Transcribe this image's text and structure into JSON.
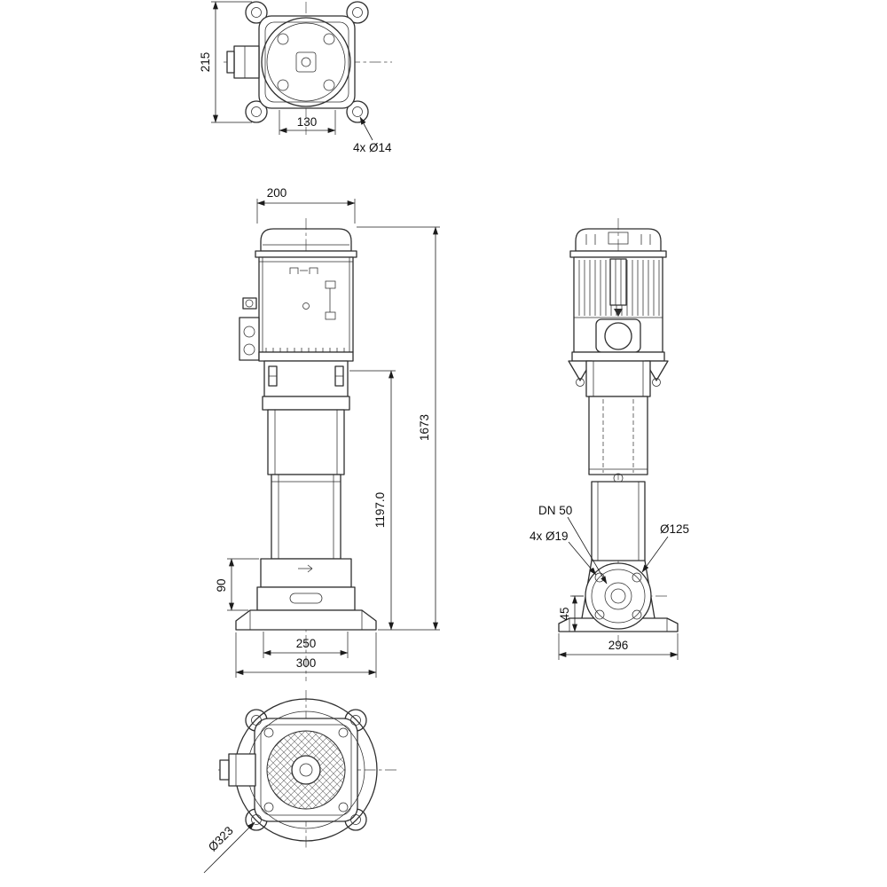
{
  "drawing": {
    "type": "technical-dimensional-drawing",
    "subject": "vertical multistage pump with motor",
    "line_color": "#2e2e2e",
    "background": "#ffffff",
    "top_view": {
      "dim_height": "215",
      "dim_bolt_spacing": "130",
      "dim_holes": "4x Ø14"
    },
    "front_view": {
      "dim_motor_width": "200",
      "dim_total_height": "1673",
      "dim_pump_height": "1197.0",
      "dim_port_height": "90",
      "dim_foot_spacing": "250",
      "dim_base_width": "300"
    },
    "side_view": {
      "label_flange": "DN 50",
      "label_bolt_holes": "4x Ø19",
      "label_bolt_circle": "Ø125",
      "dim_port_offset": "45",
      "dim_base_depth": "296"
    },
    "bottom_view": {
      "dim_outer_diameter": "Ø323"
    }
  }
}
